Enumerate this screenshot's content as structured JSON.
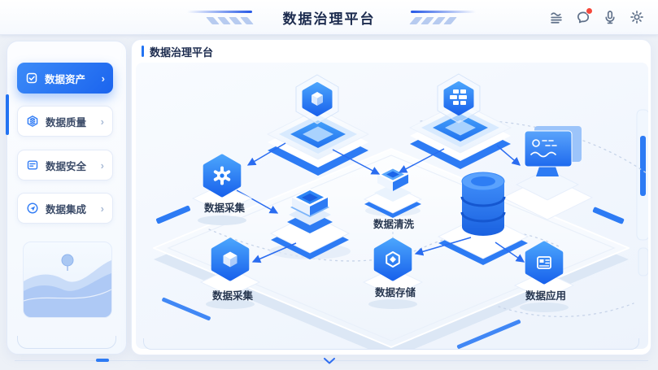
{
  "header": {
    "title": "数据治理平台",
    "actions": [
      {
        "icon": "activity-log-icon"
      },
      {
        "icon": "chat-notification-icon",
        "badge": true
      },
      {
        "icon": "microphone-icon"
      },
      {
        "icon": "settings-gear-icon"
      }
    ]
  },
  "sidebar": {
    "chevron": "›",
    "items": [
      {
        "label": "数据资产",
        "icon": "data-assets-icon",
        "active": true
      },
      {
        "label": "数据质量",
        "icon": "data-quality-icon",
        "active": false
      },
      {
        "label": "数据安全",
        "icon": "data-security-icon",
        "active": false
      },
      {
        "label": "数据集成",
        "icon": "data-integration-icon",
        "active": false
      }
    ]
  },
  "main": {
    "section_title": "数据治理平台",
    "diagram": {
      "labels": {
        "collect_mid": "数据采集",
        "clean": "数据清洗",
        "collect_bottom": "数据采集",
        "storage": "数据存储",
        "application": "数据应用"
      },
      "node_icons": [
        "cube-badge-icon",
        "bricks-badge-icon",
        "gear-icon",
        "cube-icon",
        "database-icon",
        "coin-hex-icon",
        "dashboard-icon",
        "monitor-icon"
      ]
    }
  },
  "colors": {
    "primary": "#2273f2",
    "primary_dark": "#1b64ee",
    "arrow": "#2a6cf0",
    "badge_red": "#f5483b",
    "text_dark": "#1c2b4e",
    "label_text": "#27364f"
  }
}
